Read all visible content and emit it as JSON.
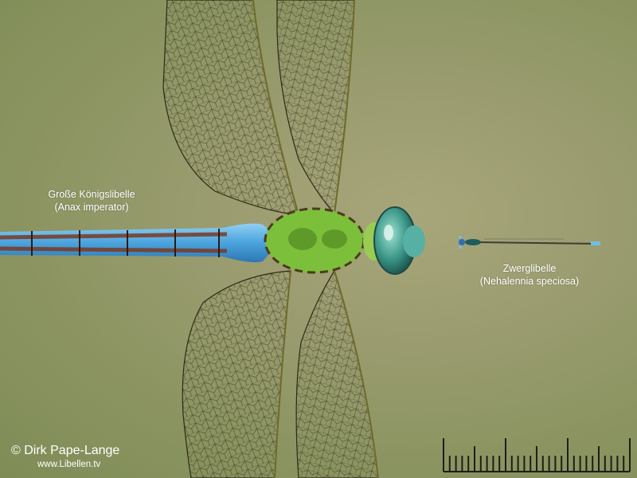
{
  "image": {
    "subject": "Size comparison of two dragonflies",
    "background_color": "#979a6b",
    "wing_vein_color": "#2b2414",
    "abdomen_blue": "#5fb0e0",
    "abdomen_brown": "#7a3a22",
    "thorax_green": "#7cbf3a",
    "eye_color": "#4aa89a"
  },
  "labels": {
    "anax": {
      "common_name": "Große Königslibelle",
      "scientific_name": "(Anax imperator)"
    },
    "nehalennia": {
      "common_name": "Zwerglibelle",
      "scientific_name": "(Nehalennia speciosa)"
    }
  },
  "credit": {
    "copyright": "© Dirk Pape-Lange",
    "website": "www.Libellen.tv"
  },
  "scale_ruler": {
    "color": "#1e1e16"
  }
}
